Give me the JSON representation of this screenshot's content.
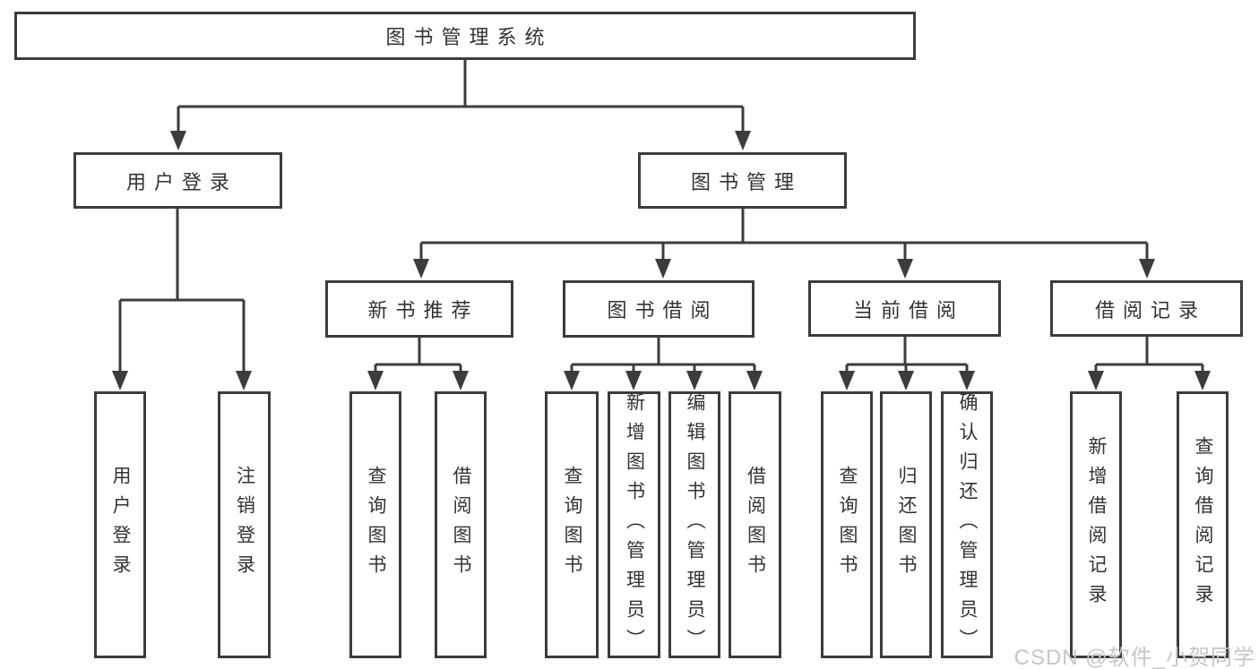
{
  "tree": {
    "root": {
      "label": "图书管理系统",
      "children": [
        {
          "label": "用户登录",
          "children": [
            {
              "label": "用户登录"
            },
            {
              "label": "注销登录"
            }
          ]
        },
        {
          "label": "图书管理",
          "children": [
            {
              "label": "新书推荐",
              "children": [
                {
                  "label": "查询图书"
                },
                {
                  "label": "借阅图书"
                }
              ]
            },
            {
              "label": "图书借阅",
              "children": [
                {
                  "label": "查询图书"
                },
                {
                  "label": "新增图书（管理员）"
                },
                {
                  "label": "编辑图书（管理员）"
                },
                {
                  "label": "借阅图书"
                }
              ]
            },
            {
              "label": "当前借阅",
              "children": [
                {
                  "label": "查询图书"
                },
                {
                  "label": "归还图书"
                },
                {
                  "label": "确认归还（管理员）"
                }
              ]
            },
            {
              "label": "借阅记录",
              "children": [
                {
                  "label": "新增借阅记录"
                },
                {
                  "label": "查询借阅记录"
                }
              ]
            }
          ]
        }
      ]
    }
  },
  "watermark": {
    "text": "CSDN @软件_小贺同学"
  },
  "colors": {
    "line": "#3c3c3c",
    "box_border": "#3c3c3c",
    "text": "#333333",
    "watermark": "#c6c6c6",
    "background": "#ffffff"
  }
}
